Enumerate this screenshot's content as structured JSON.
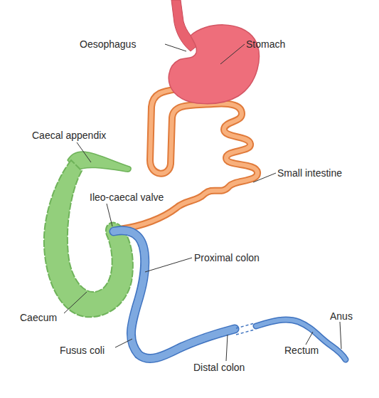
{
  "diagram": {
    "labels": [
      "Oesophagus",
      "Stomach",
      "Caecal appendix",
      "Small intestine",
      "Ileo-caecal valve",
      "Proximal colon",
      "Caecum",
      "Fusus coli",
      "Anus",
      "Rectum",
      "Distal colon"
    ]
  }
}
